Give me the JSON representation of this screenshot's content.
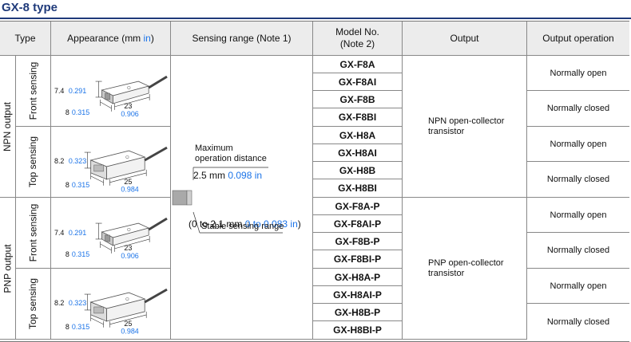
{
  "title": "GX-8 type",
  "headers": {
    "type": "Type",
    "appearance_pre": "Appearance (mm ",
    "appearance_in": "in",
    "appearance_post": ")",
    "sensing_range": "Sensing range (Note 1)",
    "model_line1": "Model No.",
    "model_line2": "(Note 2)",
    "output": "Output",
    "output_operation": "Output operation"
  },
  "groups": [
    {
      "label": "NPN output",
      "output": "NPN open-collector transistor"
    },
    {
      "label": "PNP output",
      "output": "PNP open-collector transistor"
    }
  ],
  "subtypes": [
    {
      "label": "Front sensing",
      "dim_h_mm": "7.4",
      "dim_h_in": "0.291",
      "dim_w_mm": "8",
      "dim_w_in": "0.315",
      "dim_l_mm": "23",
      "dim_l_in": "0.906"
    },
    {
      "label": "Top sensing",
      "dim_h_mm": "8.2",
      "dim_h_in": "0.323",
      "dim_w_mm": "8",
      "dim_w_in": "0.315",
      "dim_l_mm": "25",
      "dim_l_in": "0.984"
    },
    {
      "label": "Front sensing",
      "dim_h_mm": "7.4",
      "dim_h_in": "0.291",
      "dim_w_mm": "8",
      "dim_w_in": "0.315",
      "dim_l_mm": "23",
      "dim_l_in": "0.906"
    },
    {
      "label": "Top sensing",
      "dim_h_mm": "8.2",
      "dim_h_in": "0.323",
      "dim_w_mm": "8",
      "dim_w_in": "0.315",
      "dim_l_mm": "25",
      "dim_l_in": "0.984"
    }
  ],
  "models": [
    "GX-F8A",
    "GX-F8AI",
    "GX-F8B",
    "GX-F8BI",
    "GX-H8A",
    "GX-H8AI",
    "GX-H8B",
    "GX-H8BI",
    "GX-F8A-P",
    "GX-F8AI-P",
    "GX-F8B-P",
    "GX-F8BI-P",
    "GX-H8A-P",
    "GX-H8AI-P",
    "GX-H8B-P",
    "GX-H8BI-P"
  ],
  "operations": [
    "Normally open",
    "Normally closed",
    "Normally open",
    "Normally closed",
    "Normally open",
    "Normally closed",
    "Normally open",
    "Normally closed"
  ],
  "sensing": {
    "max_label_1": "Maximum",
    "max_label_2": "operation distance",
    "max_mm": "2.5 mm",
    "max_in": "0.098 in",
    "stable_open": "(0 to 2.1 mm ",
    "stable_in": "0 to 0.083 in",
    "stable_close": ")",
    "stable_label": "Stable sensing range"
  },
  "colors": {
    "title": "#1f3a7a",
    "inch": "#1a73e8",
    "header_bg": "#ececec"
  }
}
